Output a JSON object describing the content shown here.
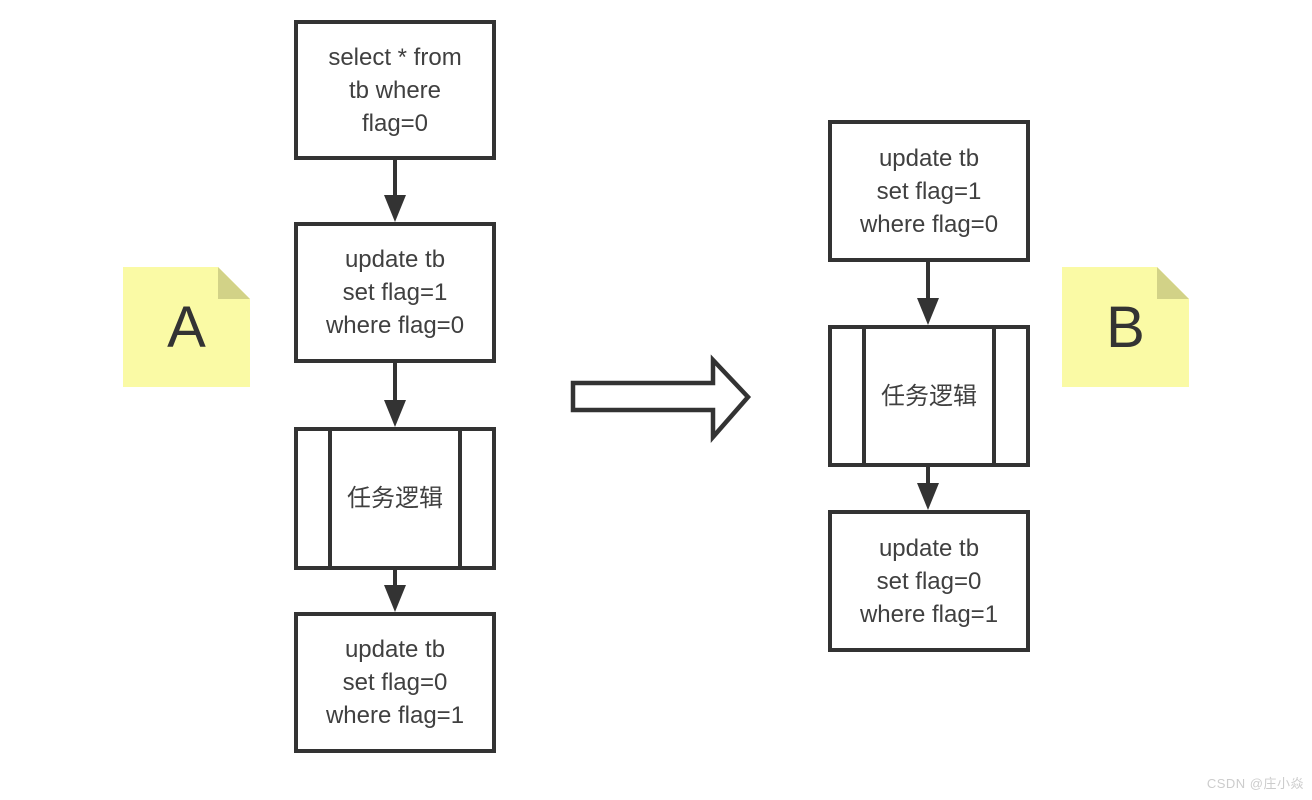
{
  "page": {
    "background": "#ffffff"
  },
  "colors": {
    "line": "#333333",
    "text": "#404040",
    "note_fill": "#fafaa5",
    "note_fold": "#d2d287",
    "note_text": "#333333",
    "watermark": "#cccccc"
  },
  "flow_a": {
    "note_label": "A",
    "steps": [
      {
        "type": "process",
        "text": "select * from\ntb where\nflag=0"
      },
      {
        "type": "process",
        "text": "update tb\nset flag=1\nwhere flag=0"
      },
      {
        "type": "subprocess",
        "text": "任务逻辑"
      },
      {
        "type": "process",
        "text": "update tb\nset flag=0\nwhere flag=1"
      }
    ]
  },
  "flow_b": {
    "note_label": "B",
    "steps": [
      {
        "type": "process",
        "text": "update tb\nset flag=1\nwhere flag=0"
      },
      {
        "type": "subprocess",
        "text": "任务逻辑"
      },
      {
        "type": "process",
        "text": "update tb\nset flag=0\nwhere flag=1"
      }
    ]
  },
  "watermark": "CSDN @庄小焱"
}
